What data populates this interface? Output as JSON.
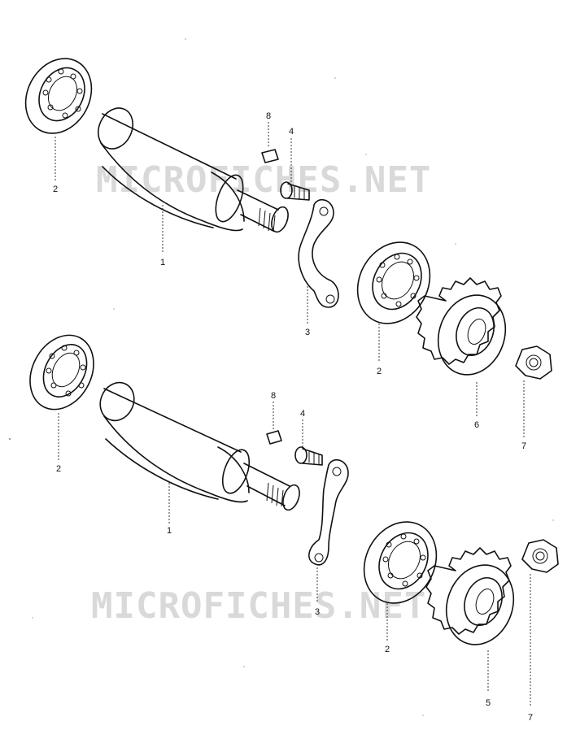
{
  "watermarks": [
    "MICROFICHES.NET",
    "MICROFICHES.NET"
  ],
  "assemblies": [
    {
      "labels": {
        "shaft": "1",
        "bearing_left": "2",
        "bearing_right": "2",
        "plate": "3",
        "bolt": "4",
        "sprocket": "6",
        "nut": "7",
        "key": "8"
      }
    },
    {
      "labels": {
        "shaft": "1",
        "bearing_left": "2",
        "bearing_right": "2",
        "plate": "3",
        "bolt": "4",
        "sprocket": "5",
        "nut": "7",
        "key": "8"
      }
    }
  ]
}
